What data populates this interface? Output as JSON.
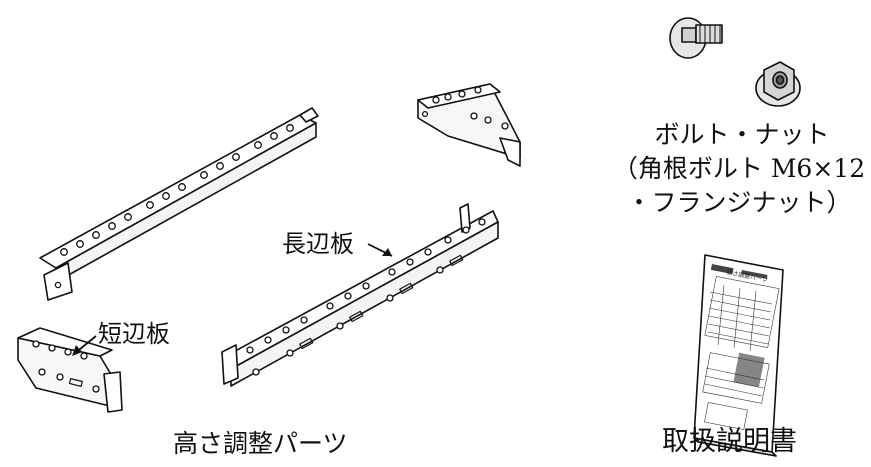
{
  "labels": {
    "long_side_plate": "長辺板",
    "short_side_plate": "短辺板",
    "height_parts_caption": "高さ調整パーツ",
    "hardware_title": "ボルト・ナット",
    "hardware_line2": "（角根ボルト M6×12",
    "hardware_line3": "・フランジナット）",
    "manual_caption": "取扱説明書"
  },
  "manual_sheet": {
    "header_text": "高さ調整パーツ"
  }
}
